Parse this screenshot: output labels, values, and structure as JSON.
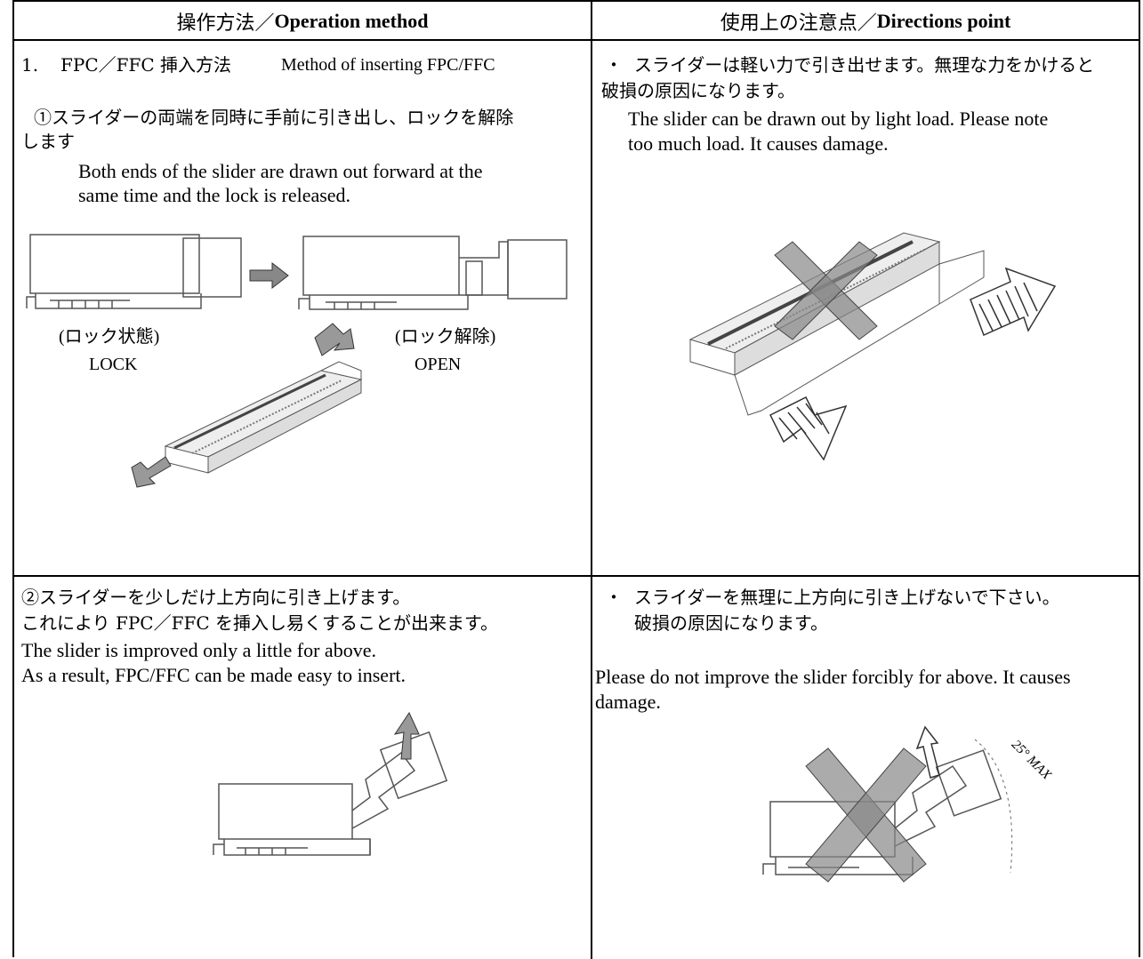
{
  "header": {
    "left_jp": "操作方法／",
    "left_en": "Operation method",
    "right_jp": "使用上の注意点／",
    "right_en": "Directions point"
  },
  "row1": {
    "left": {
      "number": "1.",
      "title_jp": "FPC／FFC 挿入方法",
      "title_en": "Method of inserting FPC/FFC",
      "step1_jp_a": "①スライダーの両端を同時に手前に引き出し、ロックを解除",
      "step1_jp_b": "します",
      "step1_en_a": "Both ends of the slider are drawn out forward at the",
      "step1_en_b": "same time and the lock is released.",
      "lock_jp": "(ロック状態)",
      "lock_en": "LOCK",
      "open_jp": "(ロック解除)",
      "open_en": "OPEN"
    },
    "right": {
      "bullet": "・",
      "jp_a": "スライダーは軽い力で引き出せます。無理な力をかけると",
      "jp_b": "破損の原因になります。",
      "en_a": "The slider can be drawn out by light load. Please note",
      "en_b": "too much load. It causes damage."
    }
  },
  "row2": {
    "left": {
      "jp_a": "②スライダーを少しだけ上方向に引き上げます。",
      "jp_b": "これにより FPC／FFC を挿入し易くすることが出来ます。",
      "en_a": "The slider is improved only a little for above.",
      "en_b": "As a result, FPC/FFC can be made easy to insert."
    },
    "right": {
      "bullet": "・",
      "jp_a": "スライダーを無理に上方向に引き上げないで下さい。",
      "jp_b": "破損の原因になります。",
      "en_a": "Please do not improve the slider forcibly for above. It causes",
      "en_b": "damage.",
      "angle_label": "25° MAX"
    }
  }
}
